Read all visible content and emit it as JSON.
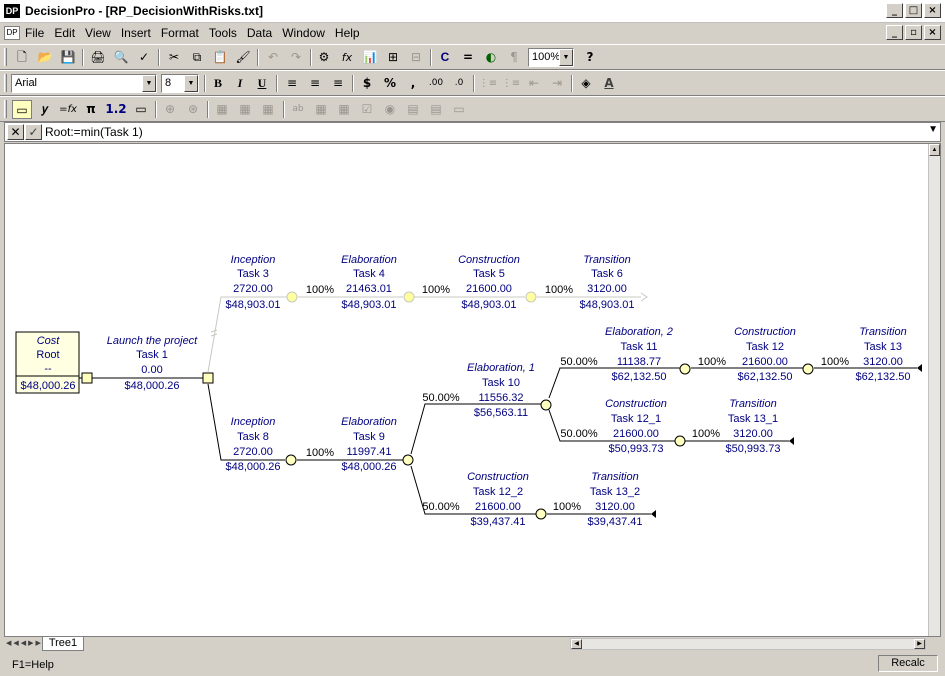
{
  "window": {
    "title": "DecisionPro - [RP_DecisionWithRisks.txt]",
    "app_icon_text": "DP",
    "buttons": [
      "_",
      "□",
      "×"
    ],
    "mdi_buttons": [
      "_",
      "▫",
      "×"
    ]
  },
  "menu": [
    "File",
    "Edit",
    "View",
    "Insert",
    "Format",
    "Tools",
    "Data",
    "Window",
    "Help"
  ],
  "toolbar1": {
    "zoom": "100%",
    "tools": [
      "new-icon",
      "open-icon",
      "save-icon",
      "print-icon",
      "print-preview-icon",
      "spell-check-icon",
      "cut-icon",
      "copy-icon",
      "paste-icon",
      "format-painter-icon",
      "undo-icon",
      "redo-icon",
      "properties-icon",
      "function-icon",
      "insert-chart-icon",
      "organize-icon",
      "subtree-icon",
      "calculate-icon",
      "equals-icon",
      "color-icon",
      "pilcrow-icon",
      "help-icon"
    ],
    "glyphs": {
      "new": "🗋",
      "open": "📂",
      "save": "💾",
      "print": "🖨",
      "preview": "🔍",
      "spell": "✓",
      "cut": "✂",
      "copy": "⧉",
      "paste": "📋",
      "painter": "🖌",
      "undo": "↶",
      "redo": "↷",
      "props": "⚙",
      "fx": "fx",
      "insert": "📊",
      "organize": "⊞",
      "subtree": "⊟",
      "calc": "C",
      "equals": "=",
      "color": "◐",
      "pilcrow": "¶",
      "help": "?"
    }
  },
  "toolbar2": {
    "font": "Arial",
    "size": "8",
    "glyphs": {
      "bold": "B",
      "italic": "I",
      "underline": "U",
      "left": "≡",
      "center": "≡",
      "right": "≡",
      "dollar": "$",
      "percent": "%",
      "comma": ",",
      "incdec": ".00",
      "decdec": ".0",
      "list1": "⋮≡",
      "list2": "⋮≡",
      "outdent": "⇤",
      "indent": "⇥",
      "fill": "◈",
      "fontcolor": "A"
    }
  },
  "toolbar3": {
    "glyphs": {
      "node": "▭",
      "y": "𝑦",
      "fx": "=fx",
      "pi": "π",
      "num": "1.2",
      "rect": "▭",
      "d1": "⊕",
      "d2": "⊛",
      "d3": "▦",
      "d4": "▦",
      "d5": "ab",
      "d6": "▦",
      "d7": "▦",
      "d8": "☑",
      "d9": "◉",
      "d10": "▤",
      "d11": "▤",
      "d12": "▭"
    }
  },
  "formula": {
    "x_glyph": "✕",
    "check_glyph": "✓",
    "text": "Root:=min(Task 1)",
    "arrow": "▼"
  },
  "tree": {
    "root": {
      "l1": "Cost",
      "l2": "Root",
      "l3": "--",
      "value": "$48,000.26"
    },
    "launch": {
      "l1": "Launch the project",
      "l2": "Task 1",
      "l3": "0.00",
      "value": "$48,000.26"
    },
    "t3": {
      "l1": "Inception",
      "l2": "Task 3",
      "l3": "2720.00",
      "value": "$48,903.01"
    },
    "t4": {
      "l1": "Elaboration",
      "l2": "Task 4",
      "l3": "21463.01",
      "value": "$48,903.01",
      "pct": "100%"
    },
    "t5": {
      "l1": "Construction",
      "l2": "Task 5",
      "l3": "21600.00",
      "value": "$48,903.01",
      "pct": "100%"
    },
    "t6": {
      "l1": "Transition",
      "l2": "Task 6",
      "l3": "3120.00",
      "value": "$48,903.01",
      "pct": "100%"
    },
    "t8": {
      "l1": "Inception",
      "l2": "Task 8",
      "l3": "2720.00",
      "value": "$48,000.26"
    },
    "t9": {
      "l1": "Elaboration",
      "l2": "Task 9",
      "l3": "11997.41",
      "value": "$48,000.26",
      "pct": "100%"
    },
    "t10": {
      "l1": "Elaboration, 1",
      "l2": "Task 10",
      "l3": "11556.32",
      "value": "$56,563.11",
      "pct": "50.00%"
    },
    "t11": {
      "l1": "Elaboration, 2",
      "l2": "Task 11",
      "l3": "11138.77",
      "value": "$62,132.50",
      "pct": "50.00%"
    },
    "t12": {
      "l1": "Construction",
      "l2": "Task 12",
      "l3": "21600.00",
      "value": "$62,132.50",
      "pct": "100%"
    },
    "t13": {
      "l1": "Transition",
      "l2": "Task 13",
      "l3": "3120.00",
      "value": "$62,132.50",
      "pct": "100%"
    },
    "t12_1": {
      "l1": "Construction",
      "l2": "Task 12_1",
      "l3": "21600.00",
      "value": "$50,993.73",
      "pct": "50.00%"
    },
    "t13_1": {
      "l1": "Transition",
      "l2": "Task 13_1",
      "l3": "3120.00",
      "value": "$50,993.73",
      "pct": "100%"
    },
    "t12_2": {
      "l1": "Construction",
      "l2": "Task 12_2",
      "l3": "21600.00",
      "value": "$39,437.41",
      "pct": "50.00%"
    },
    "t13_2": {
      "l1": "Transition",
      "l2": "Task 13_2",
      "l3": "3120.00",
      "value": "$39,437.41",
      "pct": "100%"
    }
  },
  "sheet_tab": "Tree1",
  "nav_glyphs": "◀◀◀▶▶▶",
  "scroll_glyphs": {
    "up": "▲",
    "left": "◀",
    "right": "▶"
  },
  "status": {
    "left": "F1=Help",
    "right": "Recalc"
  }
}
